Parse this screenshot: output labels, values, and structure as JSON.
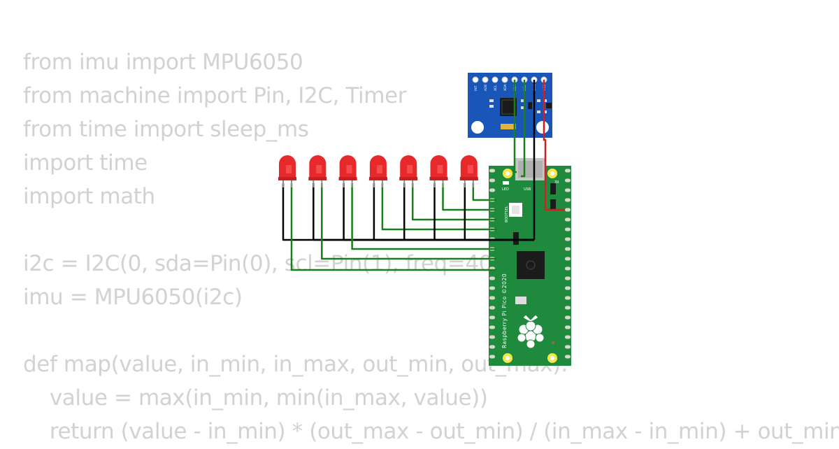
{
  "code": {
    "lines": [
      "from imu import MPU6050",
      "from machine import Pin, I2C, Timer",
      "from time import sleep_ms",
      "import time",
      "import math",
      "",
      "i2c = I2C(0, sda=Pin(0), scl=Pin(1), freq=400000)",
      "imu = MPU6050(i2c)",
      "",
      "def map(value, in_min, in_max, out_min, out_max):",
      "    value = max(in_min, min(in_max, value))",
      "    return (value - in_min) * (out_max - out_min) / (in_max - in_min) + out_min"
    ]
  },
  "imu_module": {
    "pin_labels": [
      "INT",
      "AD0",
      "XCL",
      "XDA",
      "SDA",
      "SCL",
      "GND",
      "VCC"
    ]
  },
  "pico": {
    "silkscreen": "Raspberry Pi Pico ©2020",
    "led_label": "LED",
    "usb_label": "USB",
    "bootsel_label": "BOOTSEL",
    "pin_number": "39"
  },
  "leds": {
    "count": 7,
    "color": "#e8292b"
  },
  "wire_colors": {
    "signal": "#1a7f1a",
    "ground": "#000000",
    "power": "#d21f1f"
  },
  "colors": {
    "board_green": "#1f8a3d",
    "imu_blue": "#1a56b8",
    "code_text": "#d2d2d2"
  }
}
